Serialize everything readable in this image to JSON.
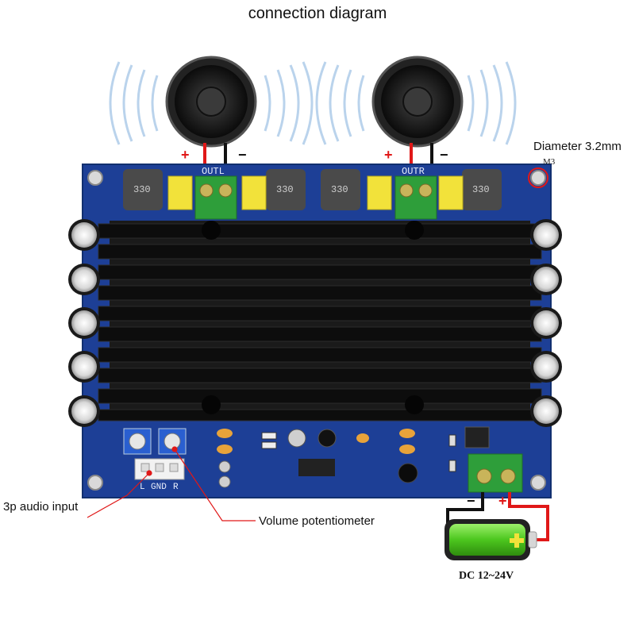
{
  "title": "connection diagram",
  "speakers": [
    {
      "plus": "+",
      "minus": "−",
      "terminal": "OUTL"
    },
    {
      "plus": "+",
      "minus": "−",
      "terminal": "OUTR"
    }
  ],
  "mount_hole": {
    "label": "Diameter 3.2mm",
    "sublabel": "M3"
  },
  "inductor_marking": "330",
  "audio_connector_pins": [
    "L",
    "GND",
    "R"
  ],
  "callouts": {
    "audio_input": "3p audio input",
    "volume": "Volume potentiometer"
  },
  "power": {
    "minus": "−",
    "plus": "+",
    "label": "DC 12~24V"
  },
  "colors": {
    "pcb": "#1d3f96",
    "heatsink": "#141414",
    "wire_positive": "#e01818",
    "wire_negative": "#111111",
    "terminal_block": "#2e9e3a",
    "capacitor_yellow": "#f2e23a",
    "battery_green": "#4cc61e"
  }
}
